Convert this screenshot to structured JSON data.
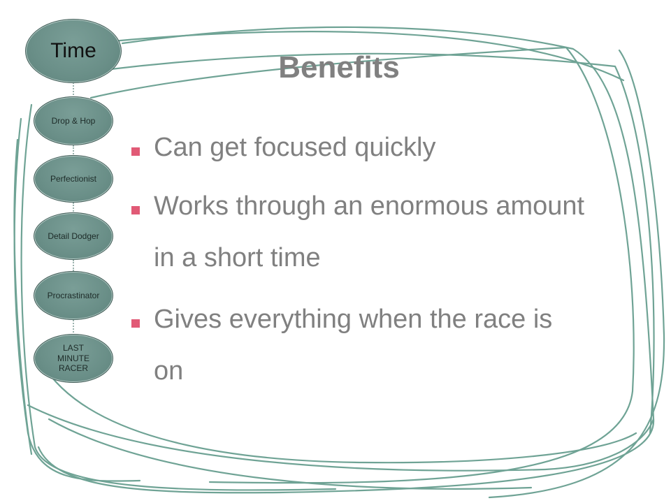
{
  "slide": {
    "title": "Benefits",
    "bullets": [
      "Can get focused quickly",
      "Works through an enormous amount in a short time",
      "Gives everything when the race is on"
    ]
  },
  "sidebar": {
    "nodes": [
      {
        "label": "Time"
      },
      {
        "label": "Drop & Hop"
      },
      {
        "label": "Perfectionist"
      },
      {
        "label": "Detail Dodger"
      },
      {
        "label": "Procrastinator"
      },
      {
        "label": "LAST MINUTE RACER"
      }
    ]
  },
  "colors": {
    "bullet": "#e15a76",
    "text": "#808080",
    "scribble": "#6fa395",
    "node_fill": "#6a8f88"
  }
}
